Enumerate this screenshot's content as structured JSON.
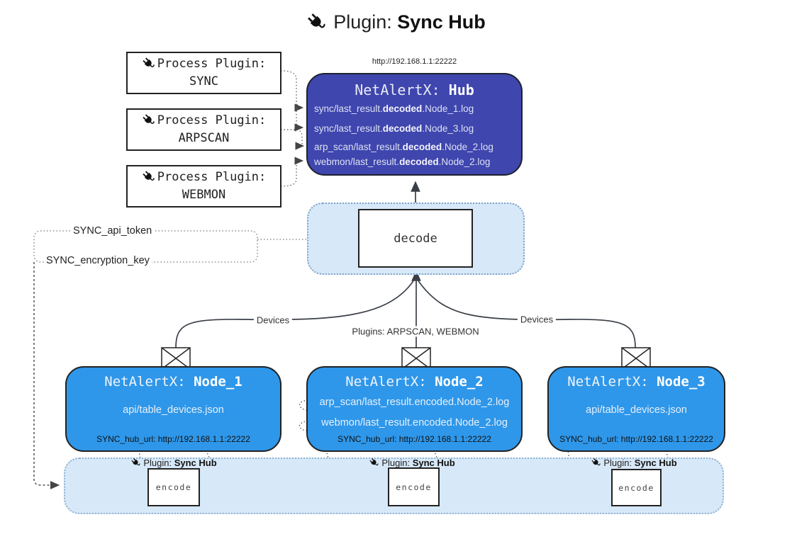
{
  "title": {
    "prefix": "Plugin: ",
    "bold": "Sync Hub"
  },
  "hub": {
    "url": "http://192.168.1.1:22222",
    "name_prefix": "NetAlertX: ",
    "name_bold": "Hub",
    "logs": [
      {
        "pre": "sync/last_result.",
        "bold": "decoded",
        "post": ".Node_1.log"
      },
      {
        "pre": "sync/last_result.",
        "bold": "decoded",
        "post": ".Node_3.log"
      },
      {
        "pre": "arp_scan/last_result.",
        "bold": "decoded",
        "post": ".Node_2.log"
      },
      {
        "pre": "webmon/last_result.",
        "bold": "decoded",
        "post": ".Node_2.log"
      }
    ]
  },
  "process_plugins": [
    {
      "label": "Process Plugin:",
      "name": "SYNC"
    },
    {
      "label": "Process Plugin:",
      "name": "ARPSCAN"
    },
    {
      "label": "Process Plugin:",
      "name": "WEBMON"
    }
  ],
  "secrets": {
    "api_token": "SYNC_api_token",
    "encryption_key": "SYNC_encryption_key"
  },
  "decode": {
    "label": "decode"
  },
  "edges": {
    "devices_left": "Devices",
    "plugins_center": "Plugins: ARPSCAN, WEBMON",
    "devices_right": "Devices"
  },
  "nodes": [
    {
      "name_prefix": "NetAlertX: ",
      "name_bold": "Node_1",
      "file1": "api/table_devices.json",
      "file2": "",
      "hub_url": "SYNC_hub_url: http://192.168.1.1:22222"
    },
    {
      "name_prefix": "NetAlertX: ",
      "name_bold": "Node_2",
      "file1": "arp_scan/last_result.encoded.Node_2.log",
      "file2": "webmon/last_result.encoded.Node_2.log",
      "hub_url": "SYNC_hub_url: http://192.168.1.1:22222"
    },
    {
      "name_prefix": "NetAlertX: ",
      "name_bold": "Node_3",
      "file1": "api/table_devices.json",
      "file2": "",
      "hub_url": "SYNC_hub_url: http://192.168.1.1:22222"
    }
  ],
  "encoders": [
    {
      "plugin_prefix": "Plugin: ",
      "plugin_bold": "Sync Hub",
      "box_label": "encode"
    },
    {
      "plugin_prefix": "Plugin: ",
      "plugin_bold": "Sync Hub",
      "box_label": "encode"
    },
    {
      "plugin_prefix": "Plugin: ",
      "plugin_bold": "Sync Hub",
      "box_label": "encode"
    }
  ],
  "icons": {
    "plug": "plug-icon",
    "envelope": "envelope-icon"
  },
  "colors": {
    "hub": "#3f46ae",
    "node": "#2e97ea",
    "panel": "#d7e8f8"
  }
}
